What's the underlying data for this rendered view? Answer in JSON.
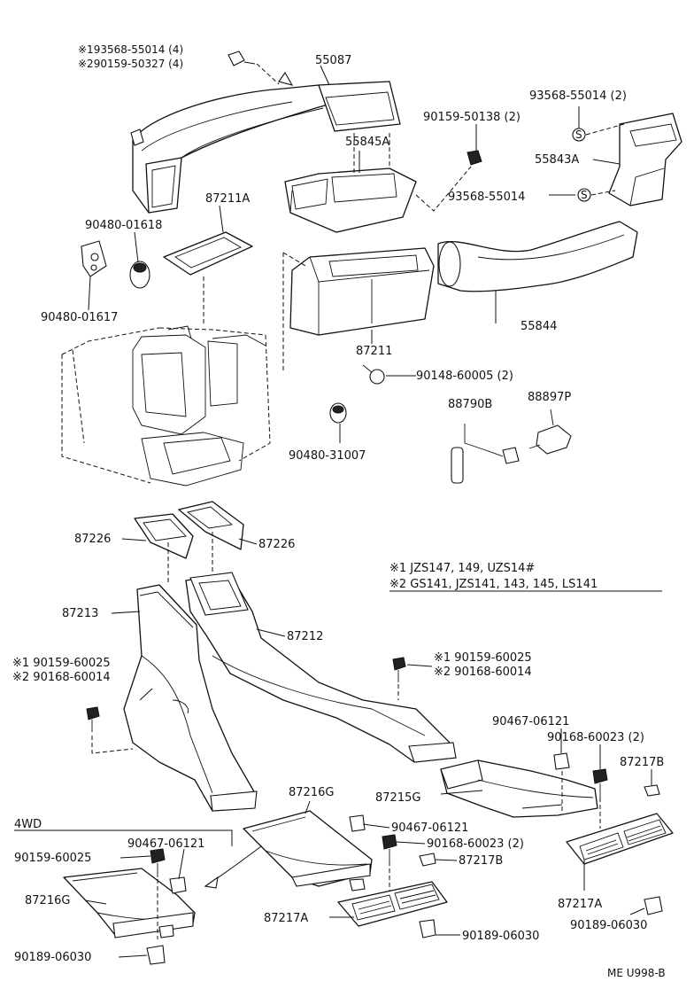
{
  "labels": {
    "p55087": "55087",
    "note_s1_a": "※193568-55014 (4)",
    "note_s2_a": "※290159-50327 (4)",
    "p93568_55014_2": "93568-55014 (2)",
    "p90159_50138_2": "90159-50138 (2)",
    "p55845a": "55845A",
    "p55843a": "55843A",
    "p93568_55014": "93568-55014",
    "p90480_01618": "90480-01618",
    "p87211a": "87211A",
    "p90480_01617": "90480-01617",
    "p55844": "55844",
    "p87211": "87211",
    "p90148_60005": "90148-60005 (2)",
    "p88790b": "88790B",
    "p88897p": "88897P",
    "p90480_31007": "90480-31007",
    "p87226_left": "87226",
    "p87226_right": "87226",
    "legend_1": "※1  JZS147, 149, UZS14#",
    "legend_2": "※2  GS141, JZS141, 143, 145, LS141",
    "p87213": "87213",
    "p87212": "87212",
    "left_s1": "※1  90159-60025",
    "left_s2": "※2  90168-60014",
    "right_s1": "※1  90159-60025",
    "right_s2": "※2  90168-60014",
    "p90467_06121_r": "90467-06121",
    "p90168_60023_r": "90168-60023 (2)",
    "p87217b_r": "87217B",
    "p87216g_mid": "87216G",
    "p87215g": "87215G",
    "p90467_06121_m": "90467-06121",
    "p90168_60023_m": "90168-60023 (2)",
    "p87217b_m": "87217B",
    "fwd": "4WD",
    "p90467_06121_l": "90467-06121",
    "p90159_60025_l": "90159-60025",
    "p87216g_l": "87216G",
    "p87217a_m": "87217A",
    "p87217a_r": "87217A",
    "p90189_06030_m": "90189-06030",
    "p90189_06030_r": "90189-06030",
    "p90189_06030_l": "90189-06030",
    "code": "ME U998-B"
  },
  "icons": {
    "clip_marker": "S"
  },
  "colors": {
    "ink": "#111111",
    "paper": "#ffffff"
  }
}
